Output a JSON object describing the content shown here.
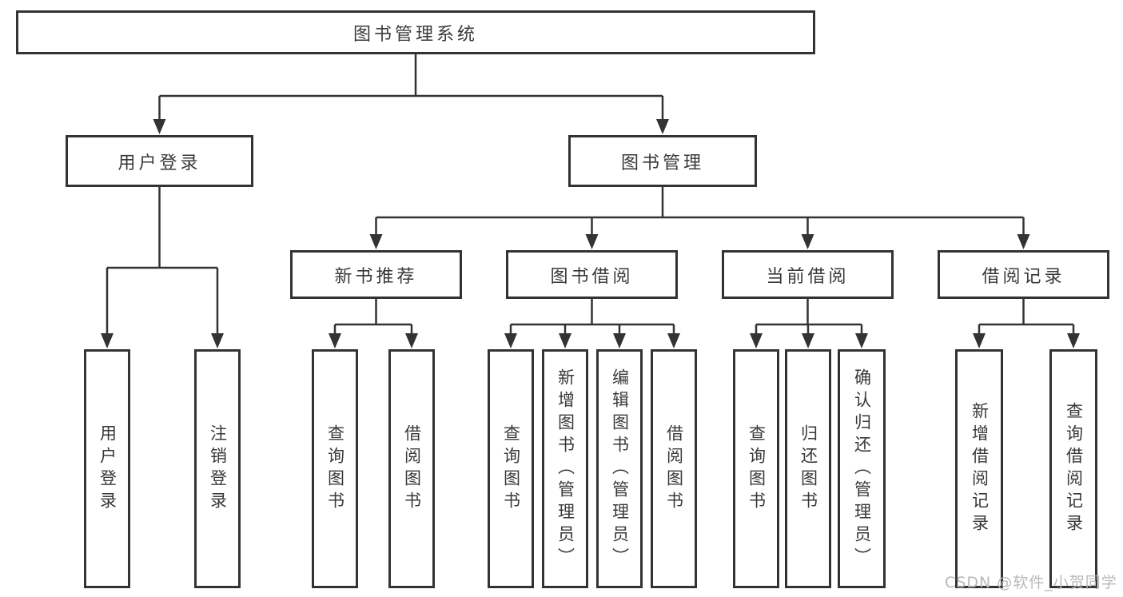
{
  "diagram": {
    "type": "hierarchy-tree",
    "orientation": "top-down",
    "line_color": "#333333",
    "box_fill": "#ffffff",
    "box_border_color": "#333333",
    "text_color": "#383838",
    "watermark_color": "#b9b9b9"
  },
  "tree": {
    "label": "图书管理系统",
    "children": [
      {
        "label": "用户登录",
        "children": [
          {
            "label": "用户登录"
          },
          {
            "label": "注销登录"
          }
        ]
      },
      {
        "label": "图书管理",
        "children": [
          {
            "label": "新书推荐",
            "children": [
              {
                "label": "查询图书"
              },
              {
                "label": "借阅图书"
              }
            ]
          },
          {
            "label": "图书借阅",
            "children": [
              {
                "label": "查询图书"
              },
              {
                "label": "新增图书（管理员）"
              },
              {
                "label": "编辑图书（管理员）"
              },
              {
                "label": "借阅图书"
              }
            ]
          },
          {
            "label": "当前借阅",
            "children": [
              {
                "label": "查询图书"
              },
              {
                "label": "归还图书"
              },
              {
                "label": "确认归还（管理员）"
              }
            ]
          },
          {
            "label": "借阅记录",
            "children": [
              {
                "label": "新增借阅记录"
              },
              {
                "label": "查询借阅记录"
              }
            ]
          }
        ]
      }
    ]
  },
  "watermark": {
    "text": "CSDN @软件_小贺同学"
  }
}
